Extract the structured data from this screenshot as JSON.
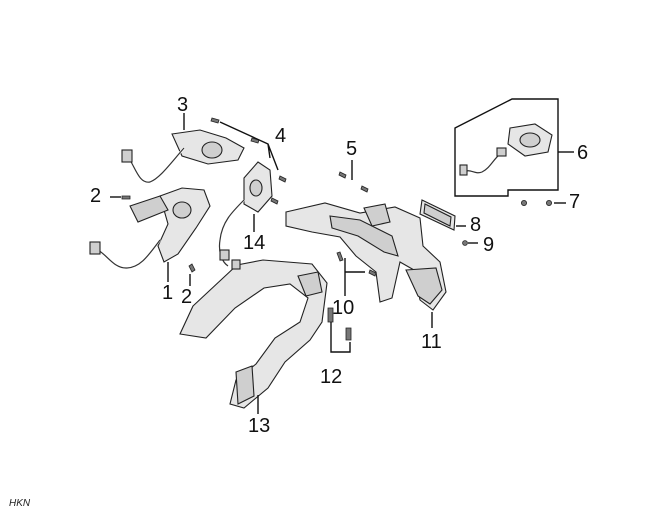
{
  "callouts": {
    "c1": "1",
    "c2a": "2",
    "c2b": "2",
    "c3": "3",
    "c4": "4",
    "c5": "5",
    "c6": "6",
    "c7": "7",
    "c8": "8",
    "c9": "9",
    "c10": "10",
    "c11": "11",
    "c12": "12",
    "c13": "13",
    "c14": "14"
  },
  "footer_code": "HKN",
  "colors": {
    "line": "#111111",
    "part_fill": "#e6e6e6",
    "background": "#ffffff"
  }
}
